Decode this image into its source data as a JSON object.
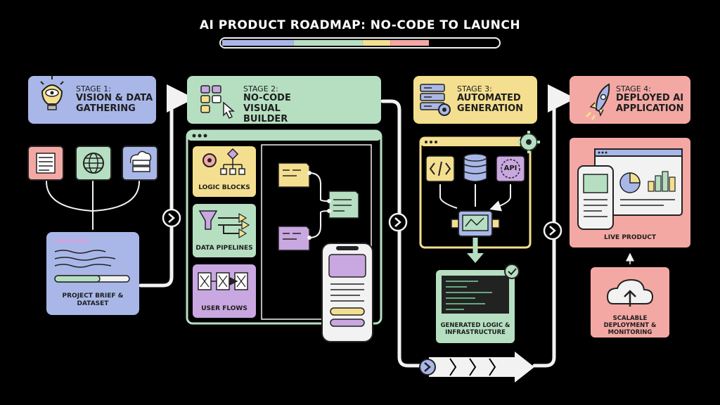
{
  "title": "AI PRODUCT ROADMAP: NO-CODE TO LAUNCH",
  "progress": {
    "colors": [
      "#a9b7e8",
      "#b6dfc2",
      "#f3df8f",
      "#f3a8a4"
    ],
    "fractions": [
      0.26,
      0.25,
      0.1,
      0.14
    ]
  },
  "stages": [
    {
      "num": "STAGE 1:",
      "name": "VISION & DATA GATHERING",
      "color": "#a9b7e8"
    },
    {
      "num": "STAGE 2:",
      "name": "NO-CODE VISUAL BUILDER",
      "color": "#b6dfc2"
    },
    {
      "num": "STAGE 3:",
      "name": "AUTOMATED GENERATION",
      "color": "#f3df8f"
    },
    {
      "num": "STAGE 4:",
      "name": "DEPLOYED AI APPLICATION",
      "color": "#f3a8a4"
    }
  ],
  "stage1": {
    "brief_label": "PROJECT BRIEF & DATASET"
  },
  "stage2": {
    "blocks": [
      {
        "label": "LOGIC BLOCKS",
        "color": "#f3df8f"
      },
      {
        "label": "DATA PIPELINES",
        "color": "#b6dfc2"
      },
      {
        "label": "USER FLOWS",
        "color": "#c9a7e0"
      }
    ]
  },
  "stage3": {
    "api_label": "API",
    "output_label": "GENERATED LOGIC & INFRASTRUCTURE"
  },
  "stage4": {
    "live_label": "LIVE PRODUCT",
    "deploy_label": "SCALABLE DEPLOYMENT & MONITORING"
  },
  "colors": {
    "blue": "#a9b7e8",
    "green": "#b6dfc2",
    "yellow": "#f3df8f",
    "pink": "#f3a8a4",
    "purple": "#c9a7e0",
    "white": "#f2f2f2"
  }
}
